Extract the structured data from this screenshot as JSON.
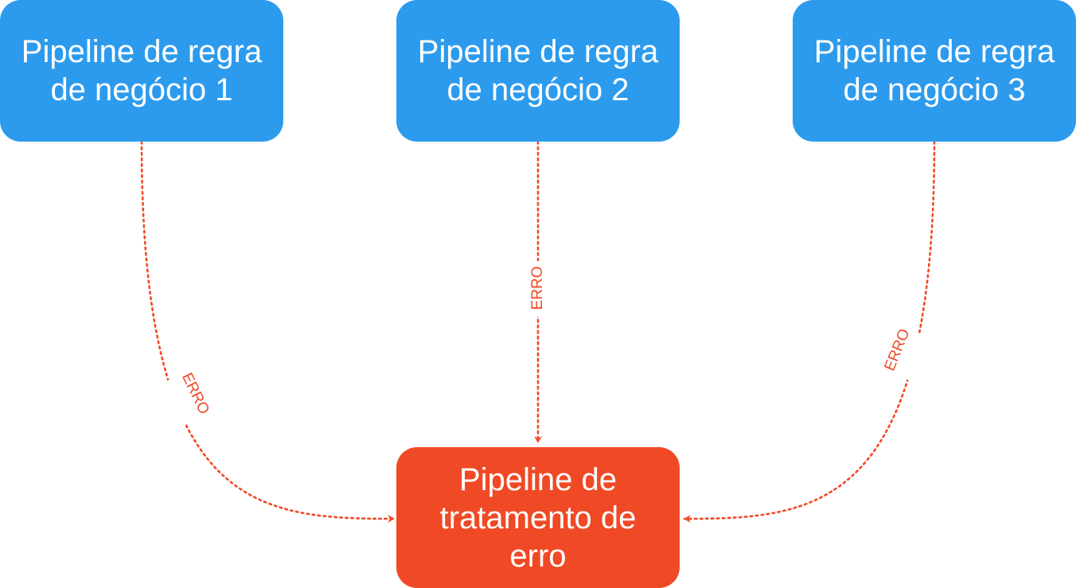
{
  "nodes": {
    "business_1": {
      "line1": "Pipeline de regra",
      "line2": "de negócio 1"
    },
    "business_2": {
      "line1": "Pipeline de regra",
      "line2": "de negócio 2"
    },
    "business_3": {
      "line1": "Pipeline de regra",
      "line2": "de negócio 3"
    },
    "error_handler": {
      "line1": "Pipeline de",
      "line2": "tratamento de",
      "line3": "erro"
    }
  },
  "edges": {
    "from_1": {
      "label": "ERRO"
    },
    "from_2": {
      "label": "ERRO"
    },
    "from_3": {
      "label": "ERRO"
    }
  },
  "colors": {
    "business_node": "#2d9bed",
    "error_node": "#f04925",
    "edge": "#f04925"
  }
}
